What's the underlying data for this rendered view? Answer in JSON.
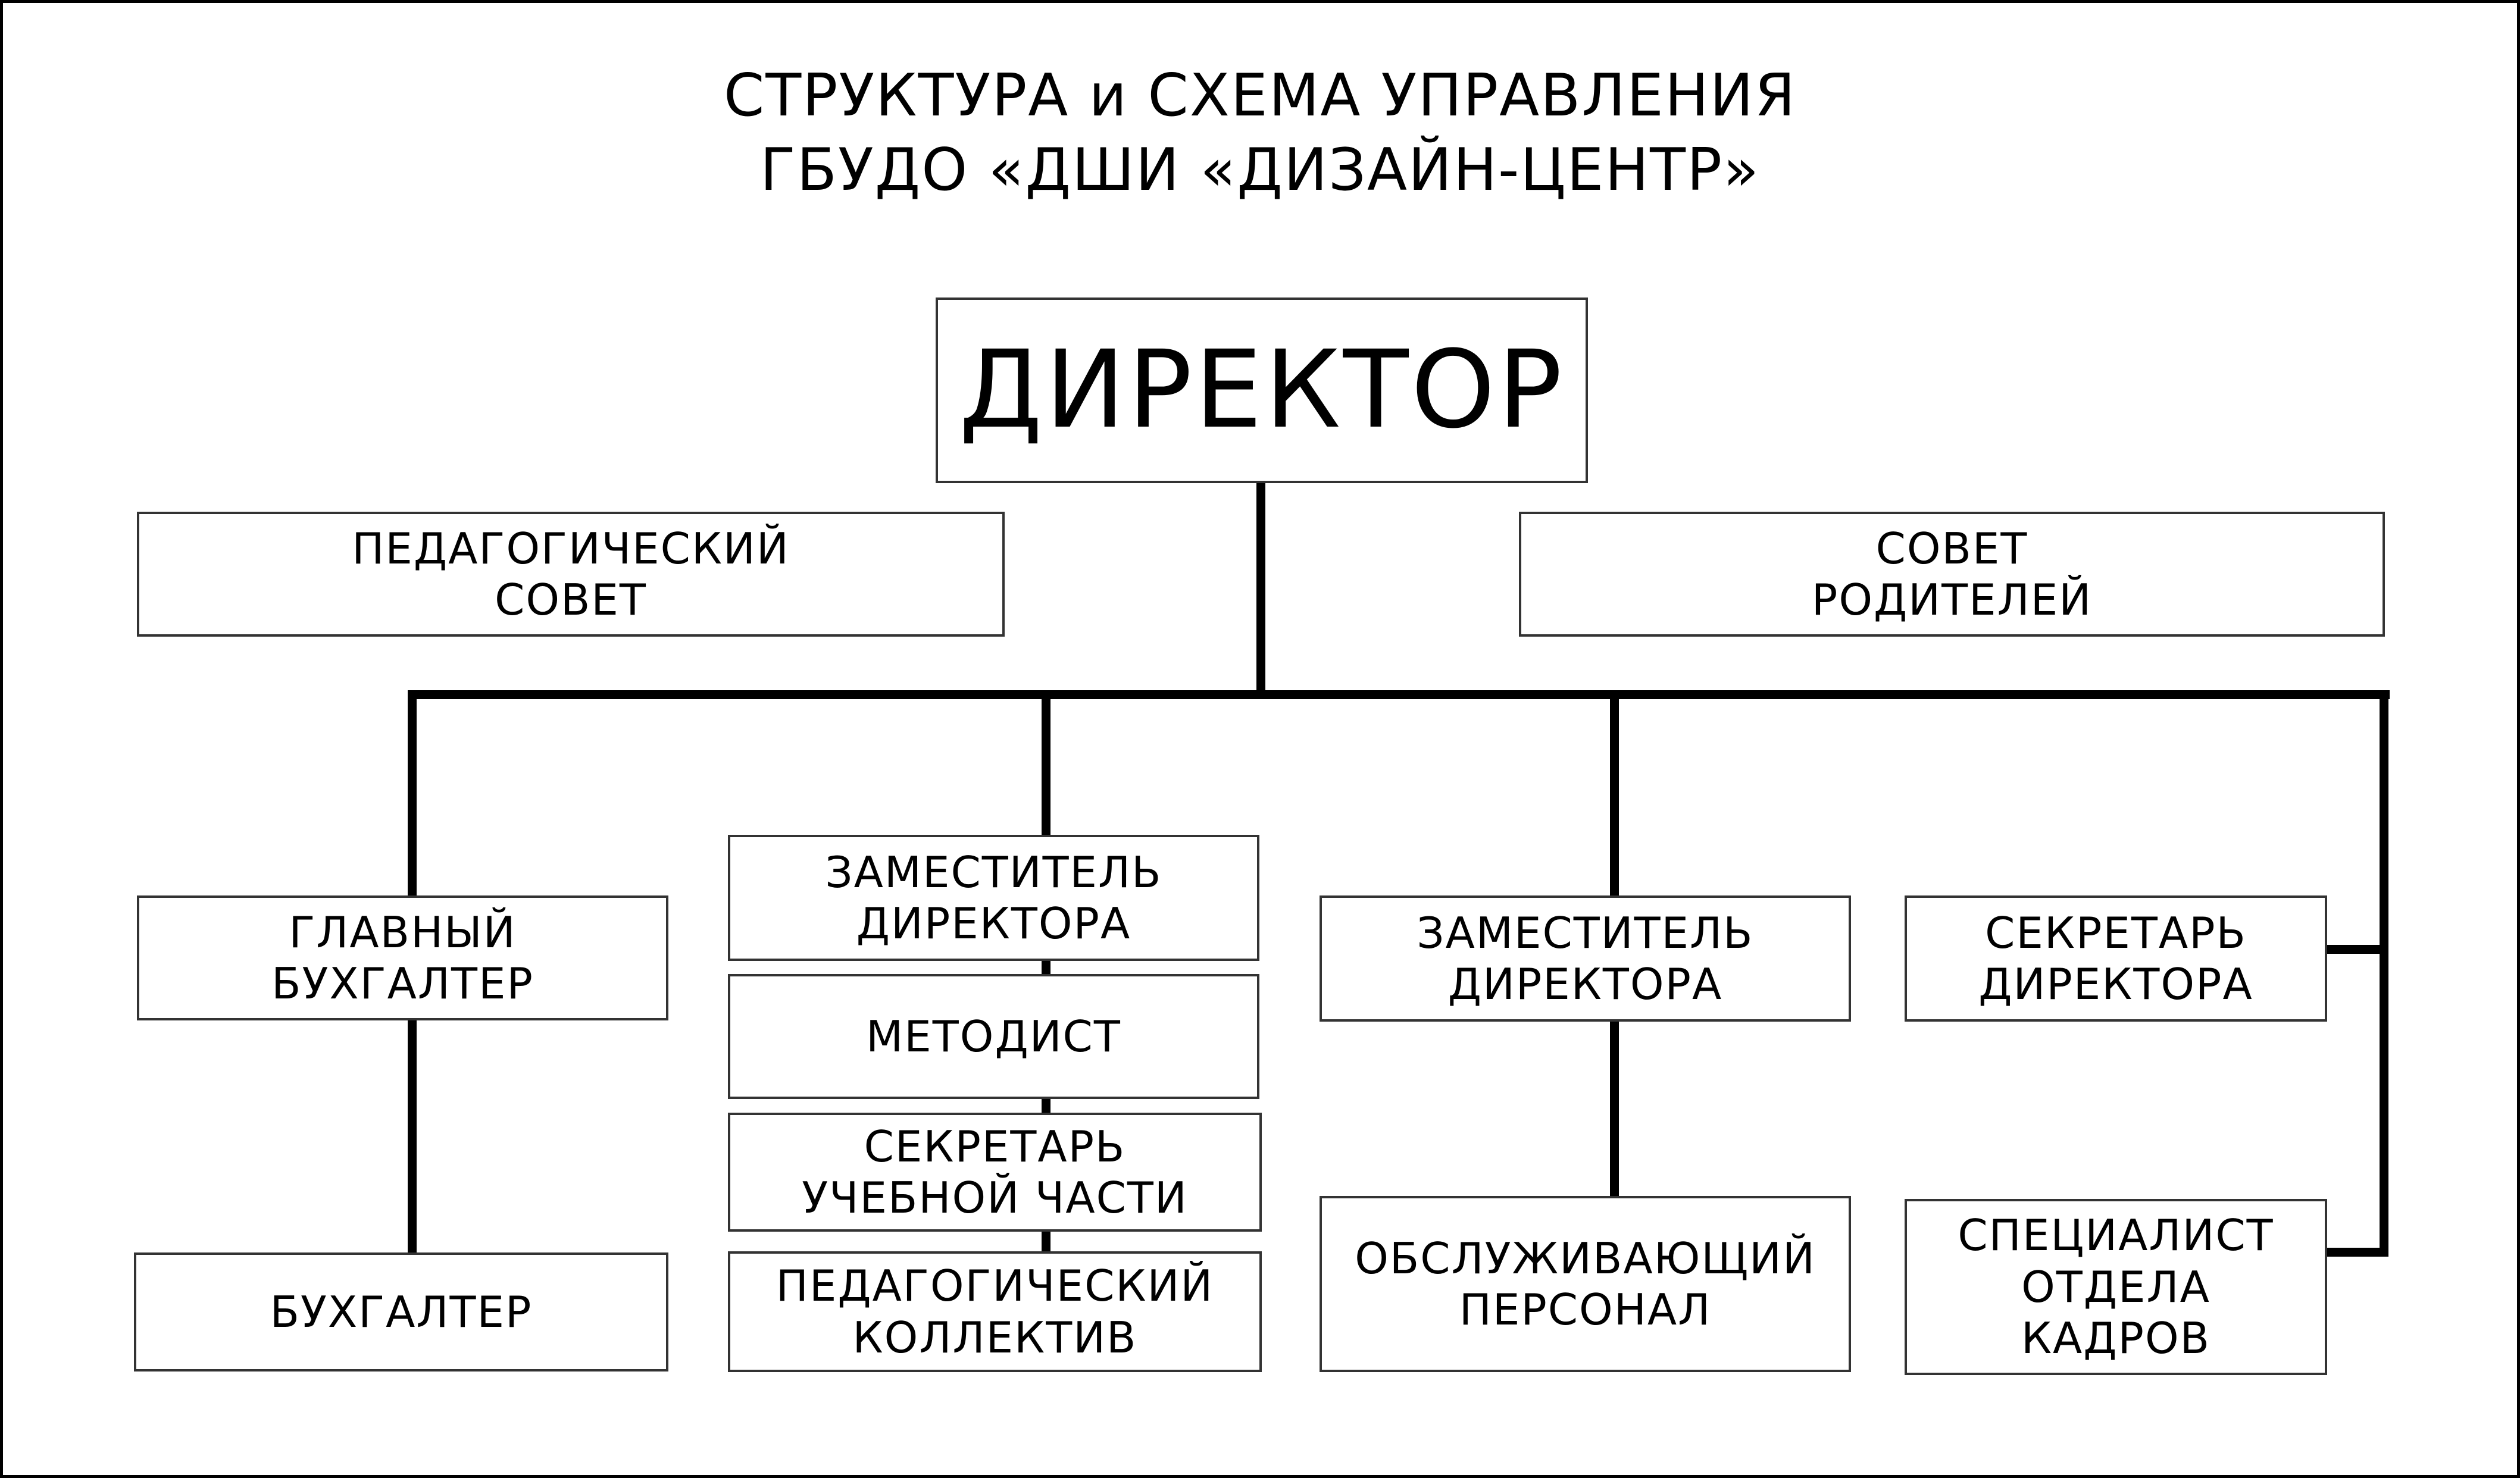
{
  "title": {
    "line1": "СТРУКТУРА и СХЕМА УПРАВЛЕНИЯ",
    "line2": "ГБУДО «ДШИ «ДИЗАЙН-ЦЕНТР»"
  },
  "nodes": {
    "director": "ДИРЕКТОР",
    "ped_council": [
      "ПЕДАГОГИЧЕСКИЙ",
      "СОВЕТ"
    ],
    "parents_council": [
      "СОВЕТ",
      "РОДИТЕЛЕЙ"
    ],
    "chief_accountant": [
      "ГЛАВНЫЙ",
      "БУХГАЛТЕР"
    ],
    "accountant": "БУХГАЛТЕР",
    "deputy_1": [
      "ЗАМЕСТИТЕЛЬ",
      "ДИРЕКТОРА"
    ],
    "methodist": "МЕТОДИСТ",
    "study_secretary": [
      "СЕКРЕТАРЬ",
      "УЧЕБНОЙ ЧАСТИ"
    ],
    "ped_staff": [
      "ПЕДАГОГИЧЕСКИЙ",
      "КОЛЛЕКТИВ"
    ],
    "deputy_2": [
      "ЗАМЕСТИТЕЛЬ",
      "ДИРЕКТОРА"
    ],
    "service_staff": [
      "ОБСЛУЖИВАЮЩИЙ",
      "ПЕРСОНАЛ"
    ],
    "director_secretary": [
      "СЕКРЕТАРЬ",
      "ДИРЕКТОРА"
    ],
    "hr_specialist": [
      "СПЕЦИАЛИСТ",
      "ОТДЕЛА",
      "КАДРОВ"
    ]
  }
}
